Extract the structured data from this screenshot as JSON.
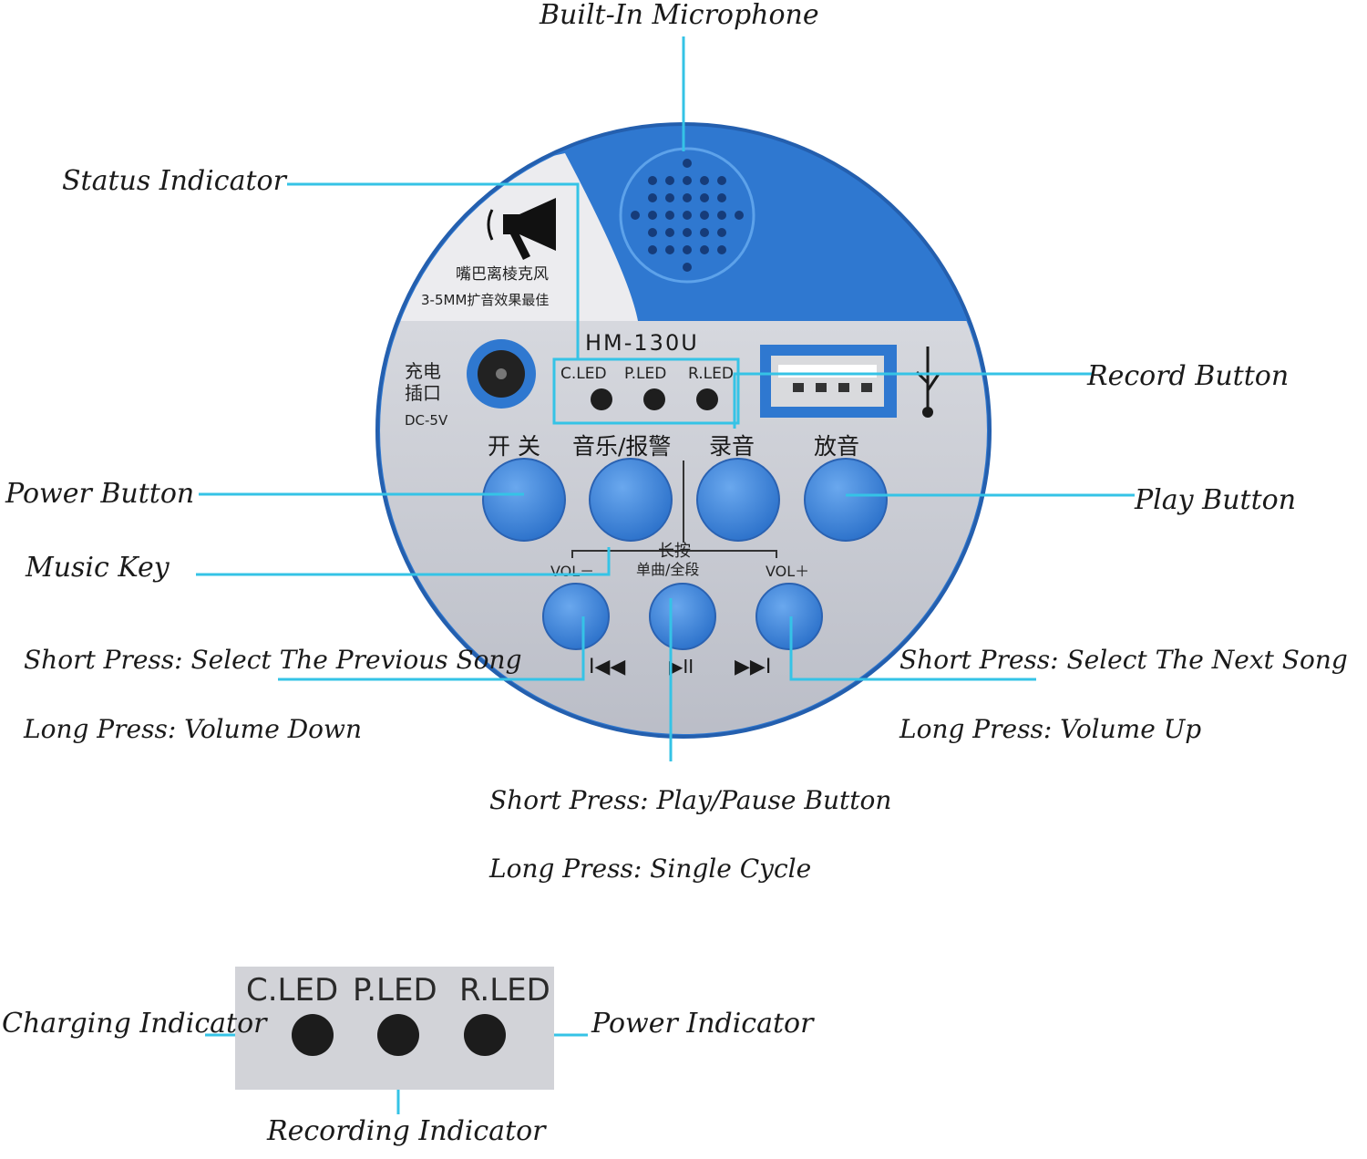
{
  "callouts": {
    "built_in_microphone": "Built-In Microphone",
    "status_indicator": "Status Indicator",
    "record_button": "Record Button",
    "power_button": "Power Button",
    "play_button": "Play Button",
    "music_key": "Music Key",
    "prev_short": "Short Press: Select The Previous Song",
    "prev_long": "Long Press: Volume Down",
    "next_short": "Short Press: Select The Next Song",
    "next_long": "Long Press: Volume Up",
    "playpause_short": "Short Press: Play/Pause Button",
    "playpause_long": "Long Press: Single Cycle",
    "charging_indicator": "Charging Indicator",
    "power_indicator": "Power Indicator",
    "recording_indicator": "Recording Indicator"
  },
  "device": {
    "model": "HM-130U",
    "badge_line1": "嘴巴离棱克风",
    "badge_line2": "3-5MM扩音效果最佳",
    "charge_label_1": "充电",
    "charge_label_2": "插口",
    "charge_voltage": "DC-5V",
    "led_c": "C.LED",
    "led_p": "P.LED",
    "led_r": "R.LED",
    "btn_label_power": "开 关",
    "btn_label_music": "音乐/报警",
    "btn_label_record": "录音",
    "btn_label_play": "放音",
    "long_press": "长按",
    "single_all": "单曲/全段",
    "vol_minus": "VOL－",
    "vol_plus": "VOL＋",
    "prev_symbol": "I◀◀",
    "playpause_symbol": "▶II",
    "next_symbol": "▶▶I"
  },
  "colors": {
    "device_blue": "#2f78d0",
    "button_blue": "#3f88dc",
    "leader_line": "#35c3e6",
    "panel_silver": "#c7c9d1"
  }
}
